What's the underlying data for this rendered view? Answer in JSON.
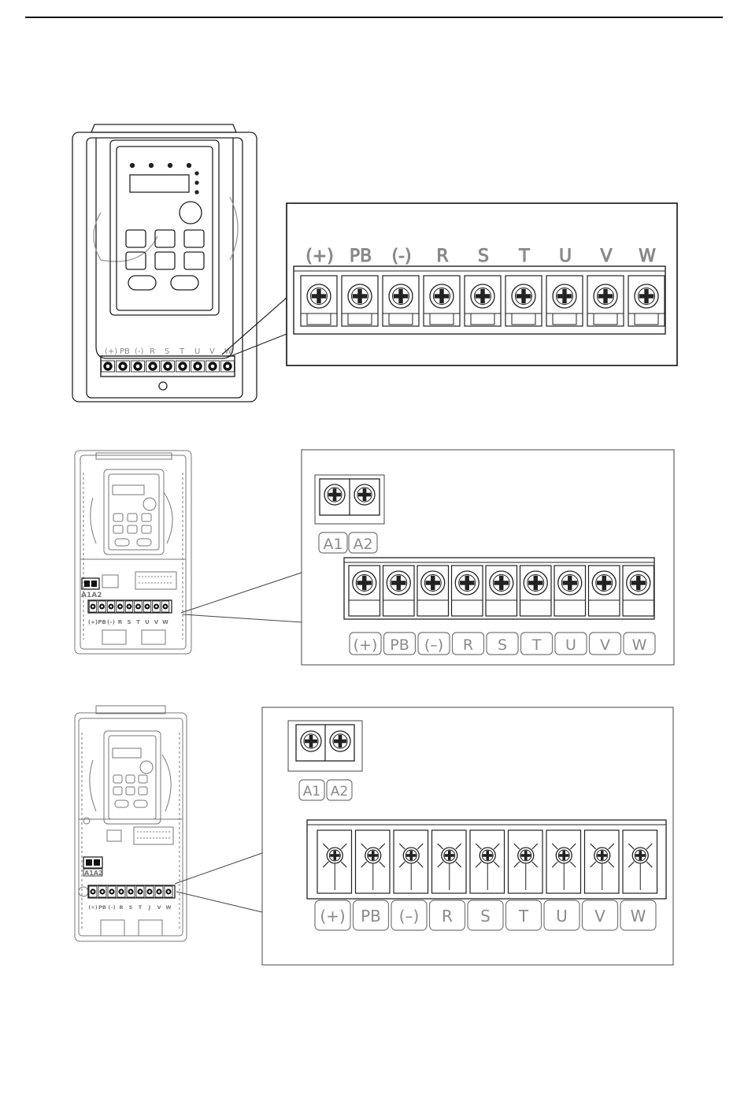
{
  "figure1": {
    "terminals": [
      "(+)",
      "PB",
      "(-)",
      "R",
      "S",
      "T",
      "U",
      "V",
      "W"
    ]
  },
  "figure2": {
    "aux_terminals": [
      "A1",
      "A2"
    ],
    "terminals": [
      "(+)",
      "PB",
      "(–)",
      "R",
      "S",
      "T",
      "U",
      "V",
      "W"
    ],
    "small_labels": [
      "(+)",
      "PB",
      "(–)",
      "R",
      "S",
      "T",
      "U",
      "V",
      "W"
    ],
    "small_aux": "A1A2"
  },
  "figure3": {
    "aux_terminals": [
      "A1",
      "A2"
    ],
    "terminals": [
      "(+)",
      "PB",
      "(–)",
      "R",
      "S",
      "T",
      "U",
      "V",
      "W"
    ],
    "small_labels": [
      "(+)",
      "PB",
      "(–)",
      "R",
      "S",
      "T",
      "J",
      "V",
      "W"
    ],
    "small_aux": "A1A2"
  }
}
